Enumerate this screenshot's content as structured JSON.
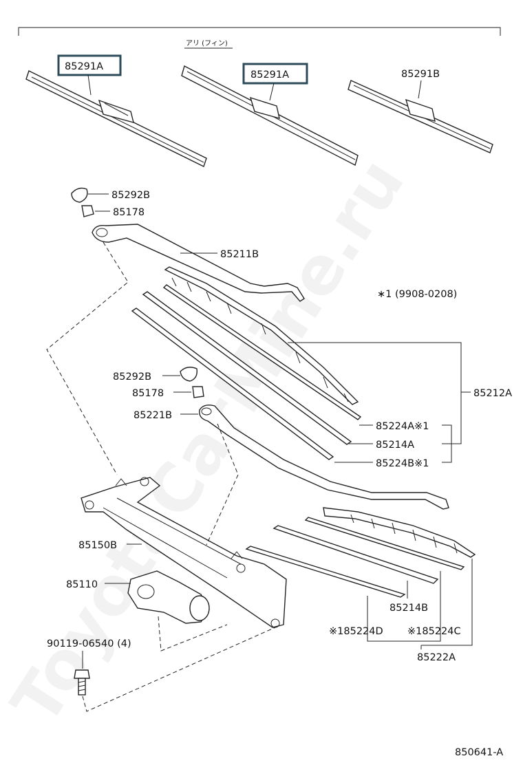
{
  "watermark": "ToyotaCarMine.ru",
  "header_note": "アリ (フィン)",
  "footnote_range": "∗1 (9908-0208)",
  "figure_code": "850641-A",
  "highlight_color": "#2c4a5a",
  "part_labels": {
    "blade_a_left": "85291A",
    "blade_a_center": "85291A",
    "blade_b": "85291B",
    "cap_upper": "85292B",
    "nut_upper": "85178",
    "arm_right": "85211B",
    "blade_assy_right": "85212A",
    "refill_right": "85224A※1",
    "rubber_right": "85214A",
    "refill_right_b": "85224B※1",
    "cap_lower": "85292B",
    "nut_lower": "85178",
    "arm_left": "85221B",
    "link_assy": "85150B",
    "motor": "85110",
    "bolt": "90119-06540 (4)",
    "rubber_left": "85214B",
    "refill_left_d": "※185224D",
    "refill_left_c": "※185224C",
    "blade_assy_left": "85222A"
  }
}
